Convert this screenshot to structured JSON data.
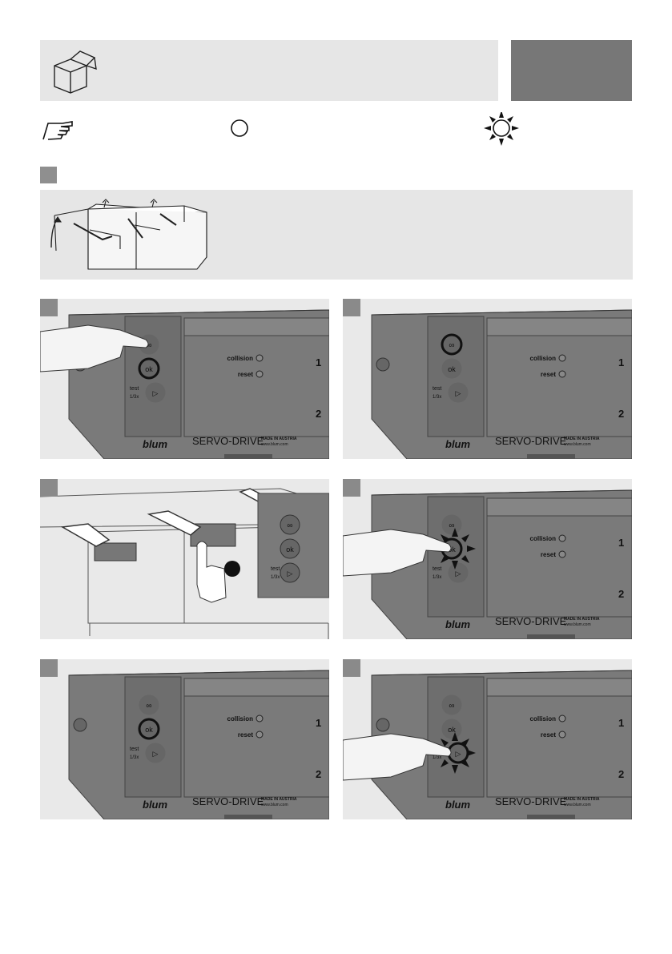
{
  "panels": [
    {
      "leds": [
        "collision",
        "reset"
      ],
      "buttons": [
        "∞",
        "ok",
        "▷"
      ],
      "button_test": "test",
      "button_test_sub": "1/3x",
      "brand": "blum",
      "product": "SERVO-DRIVE",
      "made_in": "MADE IN AUSTRIA",
      "website": "www.blum.com",
      "channels": [
        "1",
        "2"
      ]
    },
    {
      "leds": [
        "collision",
        "reset"
      ],
      "buttons": [
        "∞",
        "ok",
        "▷"
      ],
      "button_test": "test",
      "button_test_sub": "1/3x",
      "brand": "blum",
      "product": "SERVO-DRIVE",
      "made_in": "MADE IN AUSTRIA",
      "website": "www.blum.com",
      "channels": [
        "1",
        "2"
      ]
    },
    {
      "buttons": [
        "∞",
        "ok",
        "▷"
      ],
      "button_test": "test",
      "button_test_sub": "1/3x"
    },
    {
      "leds": [
        "collision",
        "reset"
      ],
      "buttons": [
        "∞",
        "ok",
        "▷"
      ],
      "button_test": "test",
      "button_test_sub": "1/3x",
      "brand": "blum",
      "product": "SERVO-DRIVE",
      "made_in": "MADE IN AUSTRIA",
      "website": "www.blum.com",
      "channels": [
        "1",
        "2"
      ]
    },
    {
      "leds": [
        "collision",
        "reset"
      ],
      "buttons": [
        "∞",
        "ok",
        "▷"
      ],
      "button_test": "test",
      "button_test_sub": "1/3x",
      "brand": "blum",
      "product": "SERVO-DRIVE",
      "made_in": "MADE IN AUSTRIA",
      "website": "www.blum.com",
      "channels": [
        "1",
        "2"
      ]
    },
    {
      "leds": [
        "collision",
        "reset"
      ],
      "buttons": [
        "∞",
        "ok",
        "▷"
      ],
      "button_test": "test",
      "button_test_sub": "1/3x",
      "brand": "blum",
      "product": "SERVO-DRIVE",
      "made_in": "MADE IN AUSTRIA",
      "website": "www.blum.com",
      "channels": [
        "1",
        "2"
      ]
    }
  ],
  "colors": {
    "band": "#e6e6e6",
    "dark": "#777777",
    "device": "#7a7a7a",
    "marker": "#8a8a8a"
  }
}
